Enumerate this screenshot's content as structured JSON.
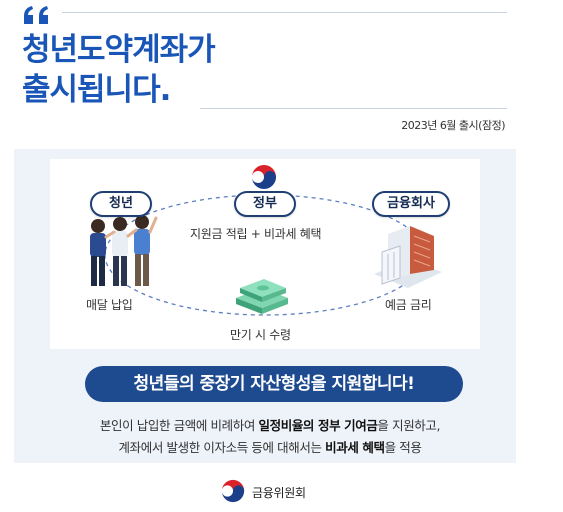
{
  "title": {
    "line1": "청년도약계좌가",
    "line2": "출시됩니다."
  },
  "release_note": "2023년 6월 출시(잠정)",
  "diagram": {
    "youth_label": "청년",
    "gov_label": "정부",
    "fin_label": "금융회사",
    "gov_support": "지원금 적립 + 비과세 혜택",
    "monthly_payment": "매달 납입",
    "deposit_interest": "예금 금리",
    "maturity": "만기 시 수령"
  },
  "banner": "청년들의 중장기 자산형성을 지원합니다!",
  "description": {
    "line1_a": "본인이 납입한 금액에 비례하여 ",
    "line1_b": "일정비율의 정부 기여금",
    "line1_c": "을 지원하고,",
    "line2_a": "계좌에서 발생한 이자소득 등에 대해서는 ",
    "line2_b": "비과세 혜택",
    "line2_c": "을 적용"
  },
  "footer": {
    "org": "금융위원회"
  },
  "colors": {
    "title": "#1a56b8",
    "banner": "#1e4a8f",
    "panel": "#eef2f9"
  },
  "icons": [
    "quote-icon",
    "gov-emblem-icon",
    "people-illustration",
    "money-stack-illustration",
    "bank-building-illustration"
  ]
}
